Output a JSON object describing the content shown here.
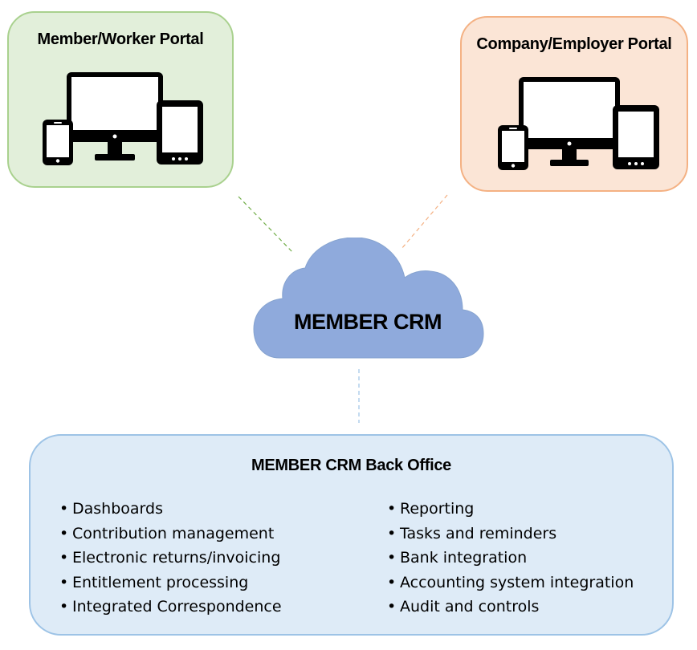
{
  "portals": {
    "worker": {
      "title": "Member/Worker Portal"
    },
    "employer": {
      "title": "Company/Employer Portal"
    }
  },
  "cloud": {
    "label": "MEMBER CRM"
  },
  "back_office": {
    "title": "MEMBER CRM Back Office",
    "bullet": "•",
    "features_left": [
      "Dashboards",
      "Contribution management",
      "Electronic returns/invoicing",
      "Entitlement processing",
      "Integrated Correspondence"
    ],
    "features_right": [
      "Reporting",
      "Tasks and reminders",
      "Bank integration",
      "Accounting system integration",
      "Audit and controls"
    ]
  },
  "colors": {
    "worker_fill": "#e2efda",
    "worker_border": "#a9d18e",
    "employer_fill": "#fbe5d6",
    "employer_border": "#f4b183",
    "cloud_fill": "#8faadc",
    "back_office_fill": "#deebf7",
    "back_office_border": "#9dc3e6",
    "device_ink": "#000000"
  },
  "icons": [
    "devices-icon",
    "cloud-icon"
  ]
}
